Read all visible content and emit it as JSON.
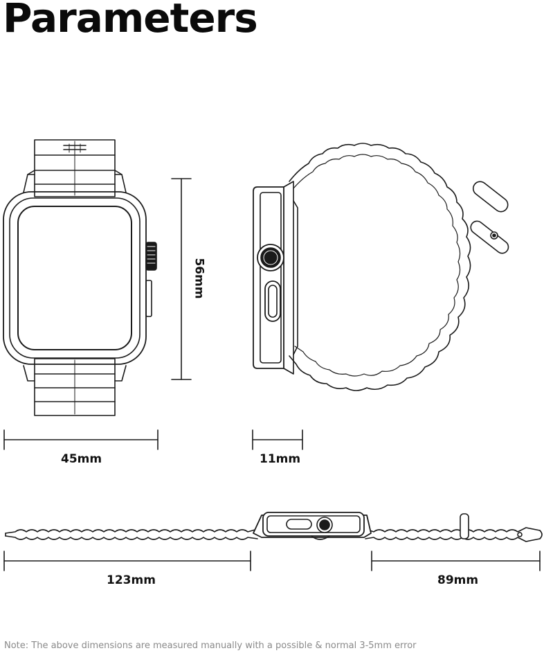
{
  "title": "Parameters",
  "dimensions": {
    "case_width": "45mm",
    "case_height": "56mm",
    "case_thickness": "11mm",
    "band_long": "123mm",
    "band_short": "89mm"
  },
  "note": "Note: The above dimensions are measured manually with a possible & normal 3-5mm error"
}
